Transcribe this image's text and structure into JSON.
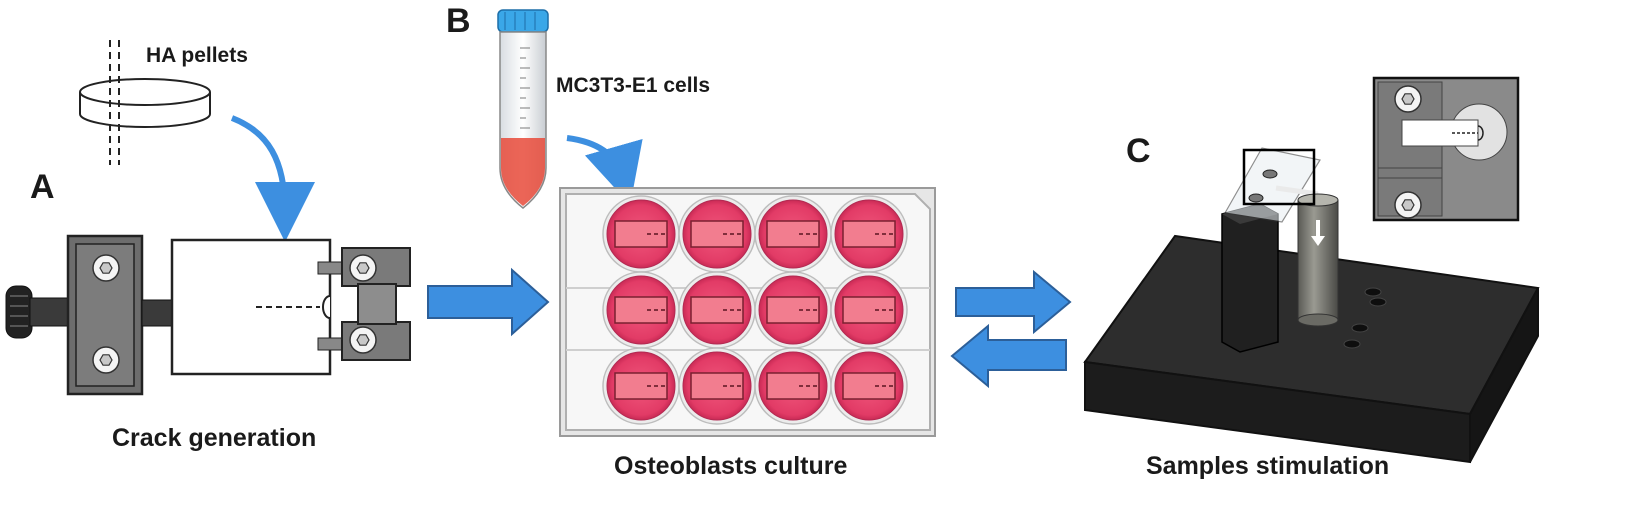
{
  "panels": {
    "a": {
      "letter": "A",
      "caption": "Crack generation",
      "sample_label": "HA pellets"
    },
    "b": {
      "letter": "B",
      "caption": "Osteoblasts culture",
      "tube_label": "MC3T3-E1 cells"
    },
    "c": {
      "letter": "C",
      "caption": "Samples stimulation"
    }
  },
  "plate": {
    "rows": 3,
    "cols": 4
  },
  "colors": {
    "arrow_blue": "#3d8fe0",
    "well_pink": "#e8426e",
    "tube_cap": "#3aa7e8",
    "cell_red": "#e84a3a",
    "base_dark": "#2b2b2b",
    "clamp_gray": "#777777"
  },
  "icons": [
    "hex-screw-icon",
    "blue-arrow-icon",
    "curved-arrow-icon"
  ]
}
